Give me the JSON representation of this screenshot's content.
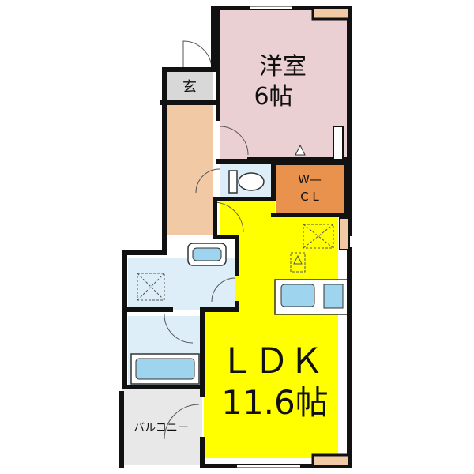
{
  "rooms": {
    "western": {
      "name": "洋室",
      "size": "6帖",
      "color": "#EAD0D2"
    },
    "entrance": {
      "name": "玄",
      "color": "#D8D8D8"
    },
    "hall": {
      "color": "#F2C9A5"
    },
    "walkin_closet": {
      "line1": "W—",
      "line2": "C L",
      "color": "#E8924E"
    },
    "toilet": {
      "color": "#DDEEF8"
    },
    "washroom": {
      "color": "#DDEEF8"
    },
    "bathroom": {
      "color": "#DDEEF8"
    },
    "ldk": {
      "name": "ＬＤＫ",
      "size": "11.6帖",
      "color": "#FFFF00"
    },
    "balcony": {
      "name": "バルコニー",
      "color": "#E8E8E8"
    }
  },
  "colors": {
    "wall": "#111111",
    "fixture": "#9FD4EF",
    "door_arc": "#555555"
  }
}
